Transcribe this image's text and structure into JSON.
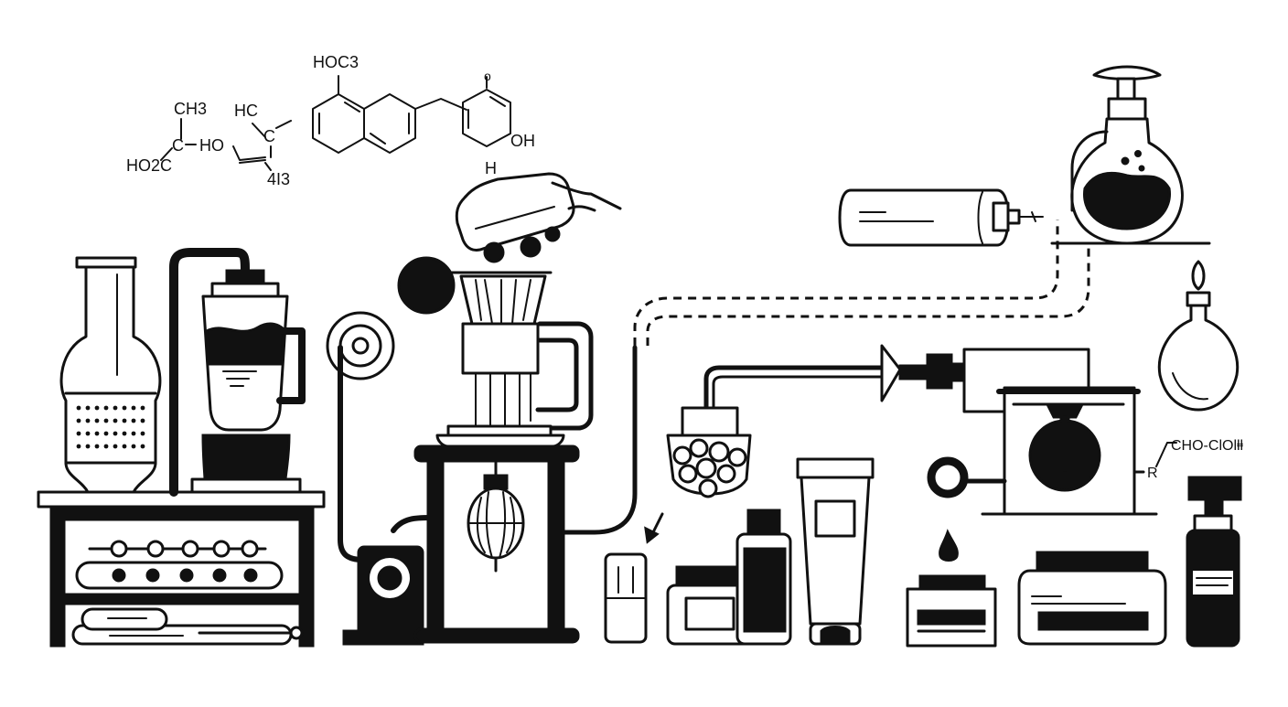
{
  "formulas": {
    "left_top": "CH3",
    "left_mid": "HC",
    "left_acid": "HO2C",
    "left_c": "C",
    "left_ho": "HO",
    "left_c2": "C",
    "left_bottom": "4I3",
    "naph_top": "HOC3",
    "ring_top": "o",
    "ring_oh": "OH",
    "ring_h": "H",
    "right_r": "R",
    "right_chain": "CHO-ClOlⱡⱡ"
  },
  "colors": {
    "ink": "#111111",
    "paper": "#ffffff"
  }
}
